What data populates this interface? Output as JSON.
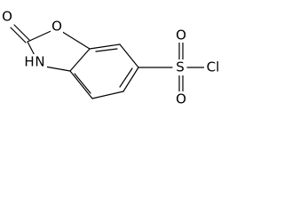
{
  "structure": {
    "atoms": {
      "carbonyl_oxygen": "O",
      "ring_oxygen": "O",
      "nitrogen_h": "H",
      "nitrogen": "N",
      "sulfur": "S",
      "sulfonyl_oxygen_top": "O",
      "sulfonyl_oxygen_bottom": "O",
      "chlorine": "Cl"
    },
    "colors": {
      "bond": "#000000",
      "label": "#000000",
      "background": "#ffffff"
    }
  }
}
